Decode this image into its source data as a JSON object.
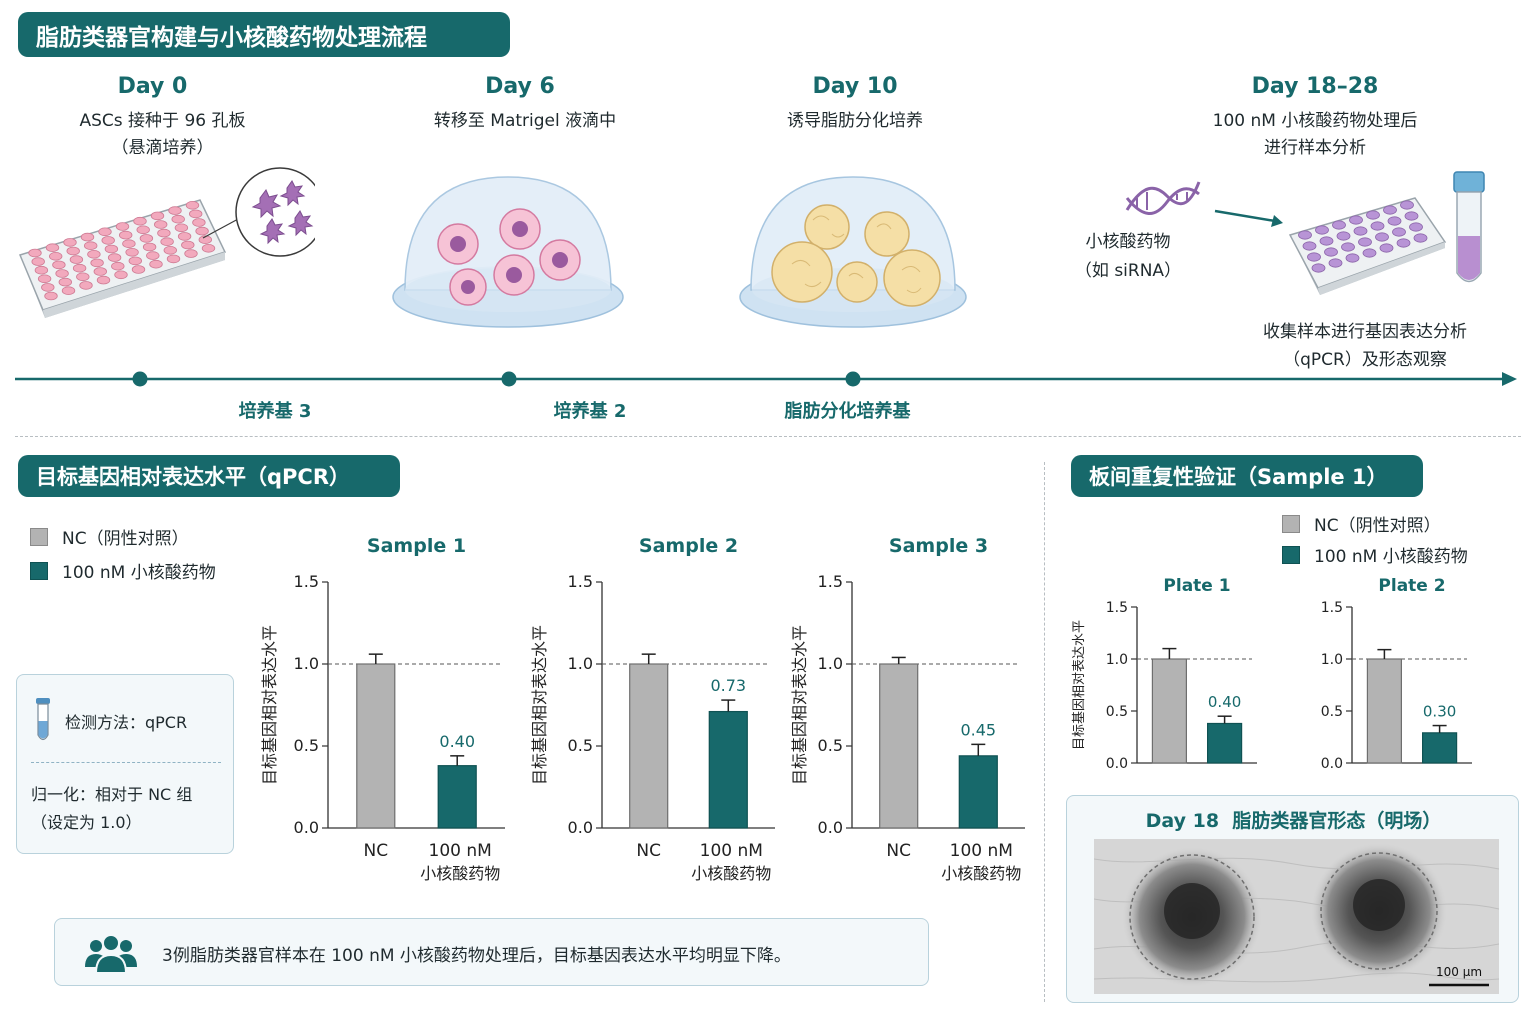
{
  "title": "脂肪类器官构建与小核酸药物处理流程",
  "timeline": {
    "days": [
      {
        "day": "Day 0",
        "line1": "ASCs 接种于 96 孔板",
        "line2": "（悬滴培养）"
      },
      {
        "day": "Day 6",
        "line1": "转移至 Matrigel 液滴中",
        "line2": ""
      },
      {
        "day": "Day 10",
        "line1": "诱导脂肪分化培养",
        "line2": ""
      },
      {
        "day": "Day 18–28",
        "line1": "100 nM 小核酸药物处理后",
        "line2": "进行样本分析"
      }
    ],
    "drug_label_1": "小核酸药物",
    "drug_label_2": "（如 siRNA）",
    "collect_1": "收集样本进行基因表达分析",
    "collect_2": "（qPCR）及形态观察",
    "media": [
      "培养基 3",
      "培养基 2",
      "脂肪分化培养基"
    ]
  },
  "qpcr": {
    "title": "目标基因相对表达水平（qPCR）",
    "legend": {
      "nc": "NC（阴性对照）",
      "treat": "100 nM 小核酸药物"
    },
    "method_label": "检测方法：qPCR",
    "norm_1": "归一化：相对于 NC 组",
    "norm_2": "（设定为 1.0）",
    "conclusion": "3例脂肪类器官样本在 100 nM 小核酸药物处理后，目标基因表达水平均明显下降。"
  },
  "reproducibility": {
    "title": "板间重复性验证（Sample 1）",
    "legend": {
      "nc": "NC（阴性对照）",
      "treat": "100 nM 小核酸药物"
    },
    "image_title": "Day 18  脂肪类器官形态（明场）",
    "scale_bar": "100 μm"
  },
  "colors": {
    "teal": "#17696b",
    "gray": "#b3b3b3",
    "light_box": "#f3f8fa"
  },
  "chart_data": [
    {
      "type": "bar",
      "title": "Sample 1",
      "categories": [
        "NC",
        "100 nM 小核酸药物"
      ],
      "values": [
        1.0,
        0.38
      ],
      "errors": [
        0.06,
        0.06
      ],
      "value_labels": [
        "",
        "0.40"
      ],
      "ylabel": "目标基因相对表达水平",
      "ylim": [
        0,
        1.5
      ],
      "yticks": [
        "0.0",
        "0.5",
        "1.0",
        "1.5"
      ],
      "reference_line": 1.0
    },
    {
      "type": "bar",
      "title": "Sample 2",
      "categories": [
        "NC",
        "100 nM 小核酸药物"
      ],
      "values": [
        1.0,
        0.71
      ],
      "errors": [
        0.06,
        0.07
      ],
      "value_labels": [
        "",
        "0.73"
      ],
      "ylabel": "目标基因相对表达水平",
      "ylim": [
        0,
        1.5
      ],
      "yticks": [
        "0.0",
        "0.5",
        "1.0",
        "1.5"
      ],
      "reference_line": 1.0
    },
    {
      "type": "bar",
      "title": "Sample 3",
      "categories": [
        "NC",
        "100 nM 小核酸药物"
      ],
      "values": [
        1.0,
        0.44
      ],
      "errors": [
        0.04,
        0.07
      ],
      "value_labels": [
        "",
        "0.45"
      ],
      "ylabel": "目标基因相对表达水平",
      "ylim": [
        0,
        1.5
      ],
      "yticks": [
        "0.0",
        "0.5",
        "1.0",
        "1.5"
      ],
      "reference_line": 1.0
    },
    {
      "type": "bar",
      "title": "Plate 1",
      "categories": [
        "NC",
        "100 nM 小核酸药物"
      ],
      "values": [
        1.0,
        0.38
      ],
      "errors": [
        0.1,
        0.07
      ],
      "value_labels": [
        "",
        "0.40"
      ],
      "ylabel": "目标基因相对表达水平",
      "ylim": [
        0,
        1.5
      ],
      "yticks": [
        "0.0",
        "0.5",
        "1.0",
        "1.5"
      ],
      "reference_line": 1.0
    },
    {
      "type": "bar",
      "title": "Plate 2",
      "categories": [
        "NC",
        "100 nM 小核酸药物"
      ],
      "values": [
        1.0,
        0.29
      ],
      "errors": [
        0.09,
        0.07
      ],
      "value_labels": [
        "",
        "0.30"
      ],
      "ylabel": "",
      "ylim": [
        0,
        1.5
      ],
      "yticks": [
        "0.0",
        "0.5",
        "1.0",
        "1.5"
      ],
      "reference_line": 1.0
    }
  ]
}
